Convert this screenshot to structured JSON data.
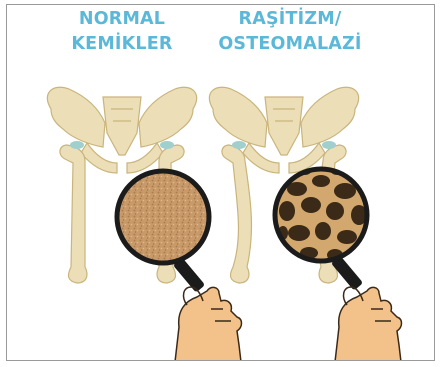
{
  "labels": {
    "normal_line1": "NORMAL",
    "normal_line2": "KEMİKLER",
    "disease_line1": "RAŞİTİZM/",
    "disease_line2": "OSTEOMALAZİ"
  },
  "colors": {
    "label": "#5bb8d8",
    "bone": "#ecdfb7",
    "bone_outline": "#c9b47c",
    "cartilage": "#9fd0cd",
    "healthy_bone": "#c89a6a",
    "porous_bone_dark": "#3a2a17",
    "porous_bone_light": "#d3a86e",
    "skin": "#f3c18a",
    "skin_outline": "#3b2a1a",
    "magnifier_rim": "#1b1b1b"
  },
  "icons": {
    "left_pelvis": "pelvis-normal-icon",
    "right_pelvis": "pelvis-rickets-icon",
    "left_magnifier": "magnifier-icon",
    "right_magnifier": "magnifier-icon",
    "left_hand": "hand-icon",
    "right_hand": "hand-icon"
  }
}
